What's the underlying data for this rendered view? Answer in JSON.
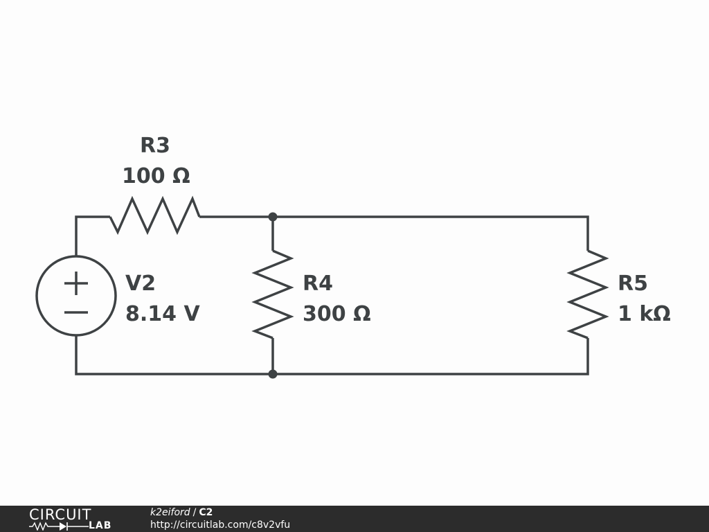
{
  "components": {
    "V2": {
      "name": "V2",
      "value": "8.14 V",
      "type": "voltage-source"
    },
    "R3": {
      "name": "R3",
      "value": "100 Ω",
      "type": "resistor"
    },
    "R4": {
      "name": "R4",
      "value": "300 Ω",
      "type": "resistor"
    },
    "R5": {
      "name": "R5",
      "value": "1 kΩ",
      "type": "resistor"
    }
  },
  "footer": {
    "logo_top": "CIRCUIT",
    "logo_bottom": "LAB",
    "author": "k2eiford",
    "separator": "/",
    "circuit_name": "C2",
    "url": "http://circuitlab.com/c8v2vfu"
  },
  "colors": {
    "ink": "#3e4244",
    "background": "#fdfdfd",
    "footer_bg": "#2c2c2c",
    "footer_text": "#ffffff"
  }
}
